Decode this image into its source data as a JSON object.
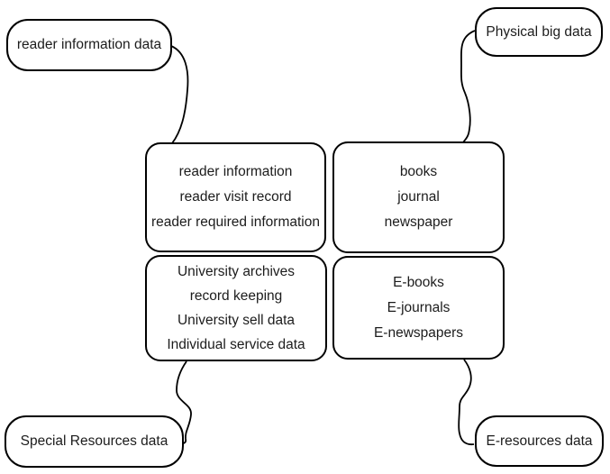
{
  "diagram": {
    "colors": {
      "stroke": "#000000",
      "background": "#ffffff",
      "text": "#1c1c1c"
    },
    "outer_labels": [
      {
        "label": "reader information data"
      },
      {
        "label": "Physical big data"
      },
      {
        "label": "Special Resources data"
      },
      {
        "label": "E-resources data"
      }
    ],
    "center_boxes": [
      {
        "lines": [
          "reader information",
          "reader visit record",
          "reader required information"
        ]
      },
      {
        "lines": [
          "books",
          "journal",
          "newspaper"
        ]
      },
      {
        "lines": [
          "University archives",
          "record keeping",
          "University sell data",
          "Individual service data"
        ]
      },
      {
        "lines": [
          "E-books",
          "E-journals",
          "E-newspapers"
        ]
      }
    ],
    "connectors": [
      {
        "from": "reader information data",
        "to": "reader information box"
      },
      {
        "from": "Physical big data",
        "to": "books box"
      },
      {
        "from": "University archives box",
        "to": "Special Resources data"
      },
      {
        "from": "E-books box",
        "to": "E-resources data"
      }
    ]
  }
}
